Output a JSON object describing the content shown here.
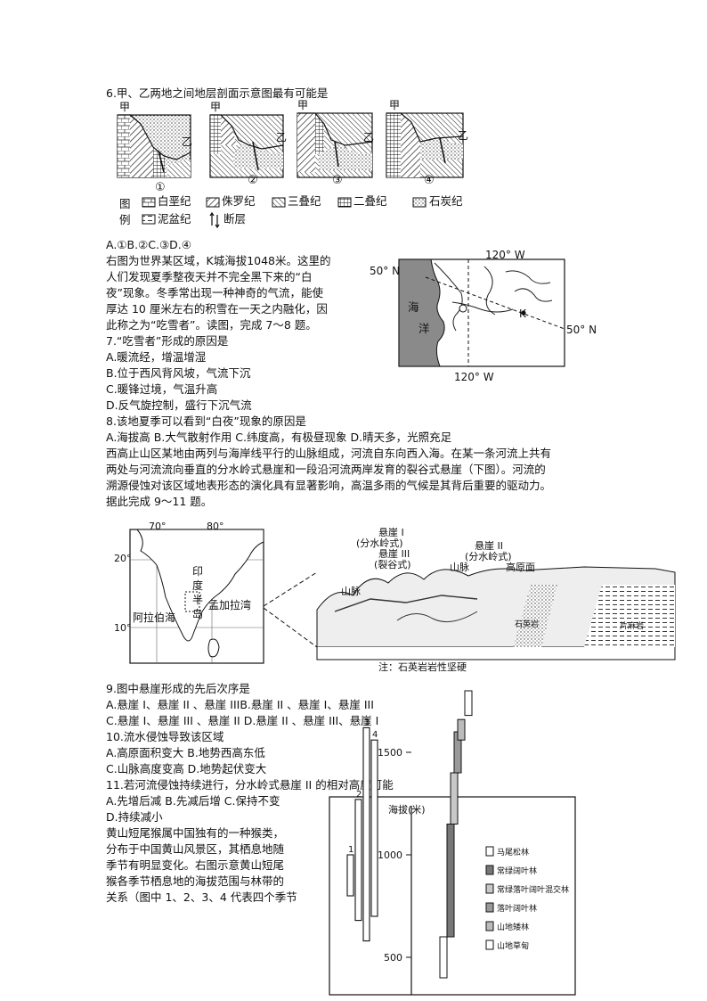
{
  "q6": {
    "stem": "6.甲、乙两地之间地层剖面示意图最有可能是",
    "panels": [
      {
        "num": "①",
        "left": "甲",
        "right": "乙"
      },
      {
        "num": "②",
        "left": "甲",
        "right": "乙"
      },
      {
        "num": "③",
        "left": "甲",
        "right": "乙"
      },
      {
        "num": "④",
        "left": "甲",
        "right": "乙"
      }
    ],
    "legend": {
      "title1": "图",
      "title2": "例",
      "items": [
        "白垩纪",
        "侏罗纪",
        "三叠纪",
        "二叠纪",
        "石炭纪",
        "泥盆纪",
        "断层"
      ]
    },
    "options": "A.①B.②C.③D.④"
  },
  "passage78": {
    "lines": [
      "右图为世界某区域，K城海拔1048米。这里的",
      "人们发现夏季整夜天并不完全黑下来的“白",
      "夜”现象。冬季常出现一种神奇的气流，能使",
      "厚达 10 厘米左右的积雪在一天之内融化，因",
      "此称之为“吃雪者”。读图，完成 7～8 题。"
    ],
    "map": {
      "lon_top": "120° W",
      "lon_bottom": "120° W",
      "lat_left": "50° N",
      "lat_right": "50° N",
      "ocean": [
        "海",
        "洋"
      ],
      "city": "K"
    }
  },
  "q7": {
    "stem": "7.“吃雪者”形成的原因是",
    "options": [
      "A.暖流经，增温增湿",
      "B.位于西风背风坡，气流下沉",
      "C.暖锋过境，气温升高",
      "D.反气旋控制，盛行下沉气流"
    ]
  },
  "q8": {
    "stem": "8.该地夏季可以看到“白夜”现象的原因是",
    "options": "A.海拔高 B.大气散射作用 C.纬度高，有极昼现象 D.晴天多，光照充足"
  },
  "passage911": {
    "lines": [
      "西高止山区某地由两列与海岸线平行的山脉组成，河流自东向西入海。在某一条河流上共有",
      "两处与河流流向垂直的分水岭式悬崖和一段沿河流两岸发育的裂谷式悬崖（下图）。河流的",
      "溯源侵蚀对该区域地表形态的演化具有显著影响，高温多雨的气候是其背后重要的驱动力。",
      "据此完成 9～11 题。"
    ],
    "map": {
      "lon70": "70°",
      "lon80": "80°",
      "lat20": "20°",
      "lat10": "10°",
      "peninsula": [
        "印",
        "度",
        "半",
        "岛"
      ],
      "arabian_sea": "阿拉伯海",
      "bengal_bay": "孟加拉湾"
    },
    "block": {
      "cliff1": [
        "悬崖 I",
        "(分水岭式)"
      ],
      "cliff3": [
        "悬崖 III",
        "(裂谷式)"
      ],
      "cliff2": [
        "悬崖 II",
        "(分水岭式)"
      ],
      "mountain_right": "山脉",
      "plateau": "高原面",
      "mountain_left": "山脉",
      "rock1": "石英岩",
      "rock2": "片麻岩",
      "note": "注：石英岩岩性坚硬"
    }
  },
  "q9": {
    "stem": "9.图中悬崖形成的先后次序是",
    "line1": "A.悬崖 I、悬崖 II 、悬崖 IIIB.悬崖 II 、悬崖 I、悬崖 III",
    "line2": "C.悬崖 I、悬崖 III 、悬崖 II D.悬崖 II 、悬崖 III、悬崖 I"
  },
  "q10": {
    "stem": "10.流水侵蚀导致该区域",
    "line1": "A.高原面积变大 B.地势西高东低",
    "line2": "C.山脉高度变高 D.地势起伏变大"
  },
  "q11": {
    "stem": "11.若河流侵蚀持续进行，分水岭式悬崖 II 的相对高度可能",
    "line1": "A.先增后减 B.先减后增 C.保持不变",
    "line2": "D.持续减小"
  },
  "passage_monkey": {
    "lines": [
      "黄山短尾猴属中国独有的一种猴类，",
      "分布于中国黄山风景区，其栖息地随",
      "季节有明显变化。右图示意黄山短尾",
      "猴各季节栖息地的海拔范围与林带的",
      "关系（图中 1、2、3、4 代表四个季节"
    ]
  },
  "chart_data": {
    "type": "bar",
    "ylabel": "海拔(米)",
    "yticks": [
      500,
      1000,
      1500
    ],
    "seasons": [
      {
        "name": "1",
        "low": 800,
        "high": 1000
      },
      {
        "name": "2",
        "low": 680,
        "high": 1270
      },
      {
        "name": "3",
        "low": 580,
        "high": 1620
      },
      {
        "name": "4",
        "low": 700,
        "high": 1560
      }
    ],
    "belts": [
      {
        "name": "马尾松林",
        "low": 400,
        "high": 600
      },
      {
        "name": "常绿阔叶林",
        "low": 600,
        "high": 1150
      },
      {
        "name": "常绿落叶阔叶混交林",
        "low": 1150,
        "high": 1400
      },
      {
        "name": "落叶阔叶林",
        "low": 1400,
        "high": 1600
      },
      {
        "name": "山地矮林",
        "low": 1560,
        "high": 1660
      },
      {
        "name": "山地草甸",
        "low": 1680,
        "high": 1800
      }
    ]
  }
}
